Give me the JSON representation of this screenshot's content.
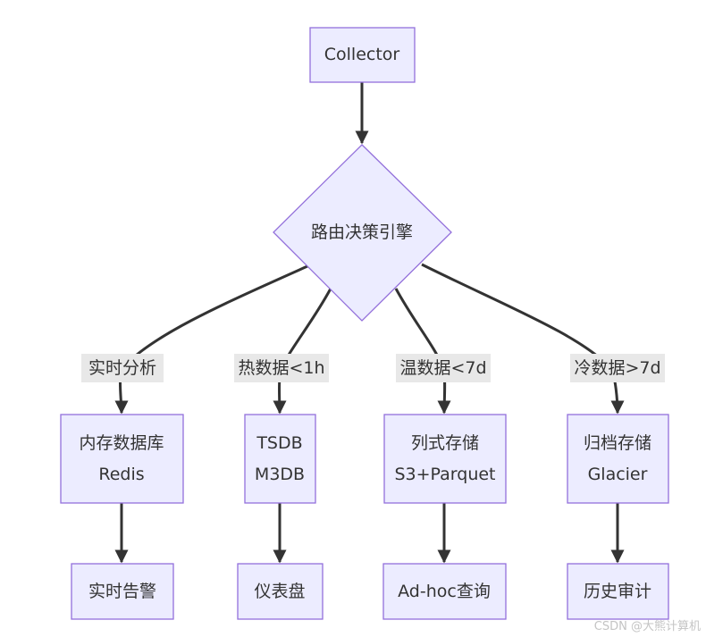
{
  "colors": {
    "node_fill": "#ECECFF",
    "node_stroke": "#9370DB",
    "edge": "#333333",
    "edge_label_bg": "#E8E8E8",
    "text": "#333333",
    "watermark": "#C4C4C4"
  },
  "nodes": {
    "collector": {
      "label": "Collector"
    },
    "router": {
      "label": "路由决策引擎"
    },
    "memory_store": {
      "line1": "内存数据库",
      "line2": "Redis"
    },
    "tsdb": {
      "line1": "TSDB",
      "line2": "M3DB"
    },
    "columnar_store": {
      "line1": "列式存储",
      "line2": "S3+Parquet"
    },
    "archive_store": {
      "line1": "归档存储",
      "line2": "Glacier"
    },
    "realtime_alert": {
      "label": "实时告警"
    },
    "dashboard": {
      "label": "仪表盘"
    },
    "adhoc_query": {
      "label": "Ad-hoc查询"
    },
    "history_audit": {
      "label": "历史审计"
    }
  },
  "edge_labels": {
    "realtime": "实时分析",
    "hot": "热数据<1h",
    "warm": "温数据<7d",
    "cold": "冷数据>7d"
  },
  "watermark": "CSDN @大熊计算机"
}
